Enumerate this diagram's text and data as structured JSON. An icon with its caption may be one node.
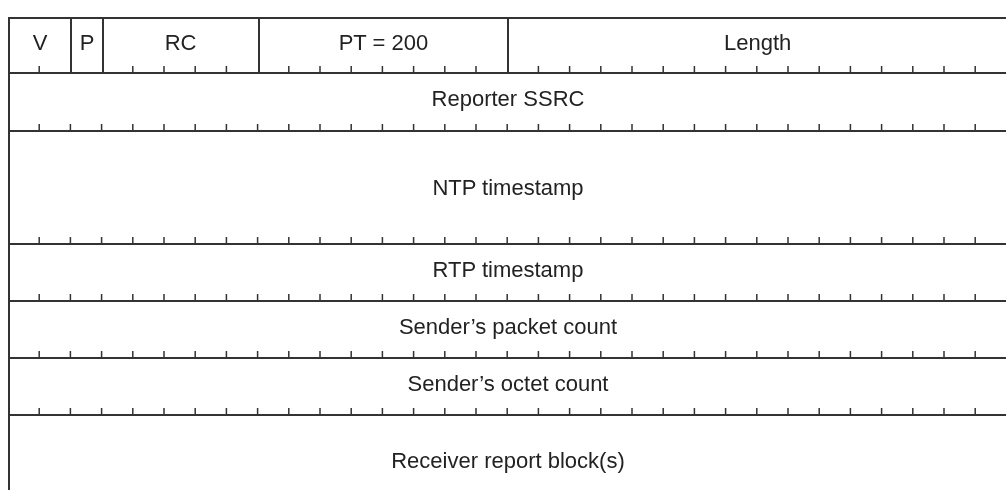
{
  "diagram": {
    "nodes": [
      {
        "text": [
          "V"
        ]
      },
      {
        "text": [
          "P"
        ]
      },
      {
        "text": [
          "RC"
        ]
      },
      {
        "text": [
          "PT = 200"
        ]
      },
      {
        "text": [
          "Length"
        ]
      },
      {
        "text": [
          "Reporter SSRC"
        ]
      },
      {
        "text": [
          "NTP timestamp"
        ]
      },
      {
        "text": [
          "RTP timestamp"
        ]
      },
      {
        "text": [
          "Sender’s packet count"
        ]
      },
      {
        "text": [
          "Sender’s octet count"
        ]
      },
      {
        "text": [
          "Receiver report block(s)"
        ]
      }
    ]
  }
}
